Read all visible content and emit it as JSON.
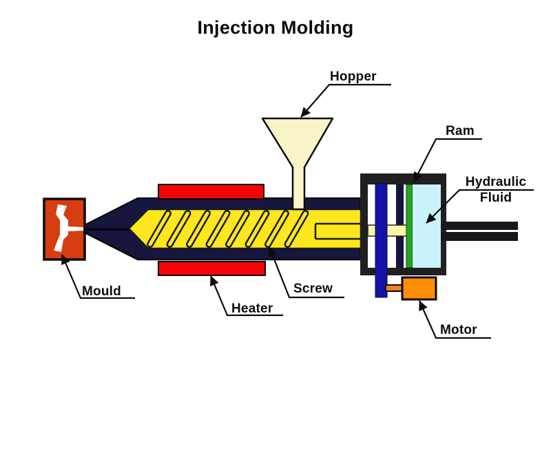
{
  "diagram": {
    "title": "Injection Molding",
    "type": "labeled technical diagram of an injection molding machine"
  },
  "labels": {
    "hopper": {
      "text": "Hopper"
    },
    "ram": {
      "text": "Ram"
    },
    "hydraulic_fluid": {
      "line1": "Hydraulic",
      "line2": "Fluid"
    },
    "mould": {
      "text": "Mould"
    },
    "heater": {
      "text": "Heater"
    },
    "screw": {
      "text": "Screw"
    },
    "motor": {
      "text": "Motor"
    }
  },
  "colors": {
    "heater": "#F40404",
    "mould": "#D63D10",
    "mould_cavity": "#FFFFFF",
    "barrel": "#16163E",
    "screw": "#FFE71E",
    "screw_shank": "#FFF5A8",
    "hopper": "#FAF4C9",
    "housing_frame": "#202020",
    "housing_interior": "#FFFFFF",
    "inner_post": "#14143C",
    "ram_green": "#24A524",
    "hydraulic_fluid": "#CBF2FA",
    "drive_shaft_blue": "#1113A8",
    "motor": "#FF8C05",
    "motor_shaft": "#F08020",
    "tie_rods": "#17171E",
    "line": "#0B0B0B"
  }
}
